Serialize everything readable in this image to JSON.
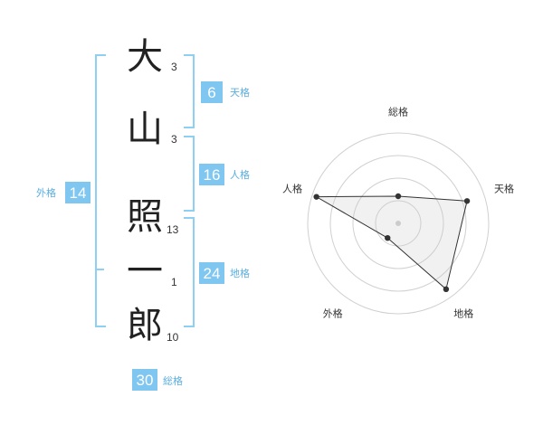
{
  "name": {
    "chars": [
      {
        "char": "大",
        "strokes": "3"
      },
      {
        "char": "山",
        "strokes": "3"
      },
      {
        "char": "照",
        "strokes": "13"
      },
      {
        "char": "一",
        "strokes": "1"
      },
      {
        "char": "郎",
        "strokes": "10"
      }
    ]
  },
  "fortune": {
    "tenkaku": {
      "value": "6",
      "label": "天格"
    },
    "jinkaku": {
      "value": "16",
      "label": "人格"
    },
    "chikaku": {
      "value": "24",
      "label": "地格"
    },
    "gaikaku": {
      "value": "14",
      "label": "外格"
    },
    "soukaku": {
      "value": "30",
      "label": "総格"
    }
  },
  "colors": {
    "accent": "#7fc6f0",
    "bracket": "#8fcff4"
  },
  "chart_data": {
    "type": "radar",
    "axes": [
      "総格",
      "天格",
      "地格",
      "外格",
      "人格"
    ],
    "values": [
      0.3,
      0.8,
      0.9,
      0.2,
      0.95
    ],
    "max": 1,
    "rings": 4
  }
}
